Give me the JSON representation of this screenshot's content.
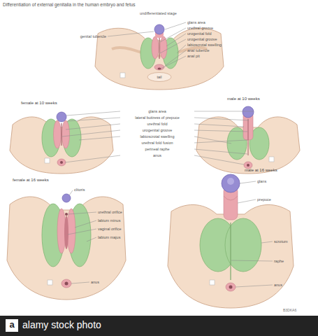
{
  "diagram": {
    "title": "Differentiation of external genitalia in the human embryo and fetus",
    "labels": [
      "undifferentiated stage",
      "genital tubercle",
      "glans area",
      "urethral groove",
      "urogenital fold",
      "urogenital groove",
      "labioscrotal swelling",
      "anal tubercle",
      "anal pit",
      "tail",
      "female at 10 weeks",
      "male at 10 weeks",
      "glans area",
      "lateral buttress of prepuce",
      "urethral fold",
      "urogenital groove",
      "labioscrotal swelling",
      "urethral fold fusion",
      "perineal raphe",
      "anus",
      "female at 16 weeks",
      "clitoris",
      "urethral orifice",
      "labium minus",
      "vaginal orifice",
      "labium majus",
      "anus",
      "male at 16 weeks",
      "glans",
      "prepuce",
      "scrotum",
      "raphe",
      "anus",
      "a",
      "alamy stock photo",
      "B3DKA6"
    ]
  }
}
